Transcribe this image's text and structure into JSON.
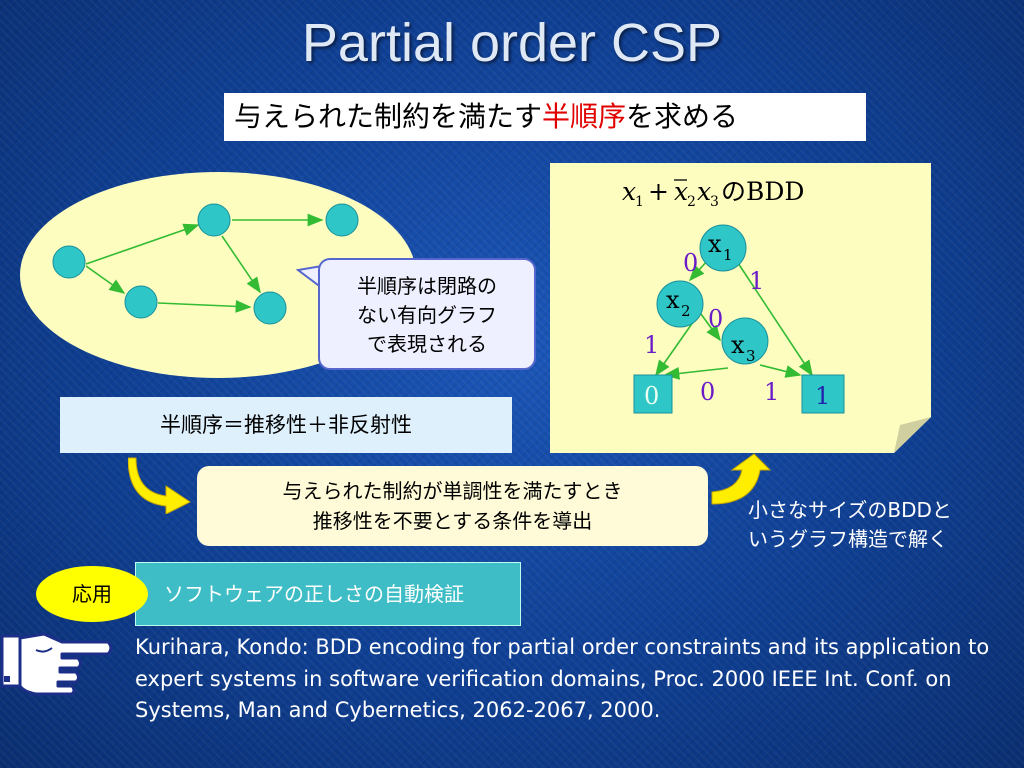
{
  "title": "Partial order CSP",
  "subtitle": {
    "before": "与えられた制約を満たす",
    "highlight": "半順序",
    "after": "を求める"
  },
  "callout": {
    "lines": [
      "半順序は閉路の",
      "ない有向グラフ",
      "で表現される"
    ]
  },
  "bdd": {
    "heading_suffix": "のBDD",
    "nodes": {
      "x1": "x",
      "x1_sub": "1",
      "x2": "x",
      "x2_sub": "2",
      "x3": "x",
      "x3_sub": "3"
    },
    "terminals": {
      "zero": "0",
      "one": "1"
    },
    "edge_labels": {
      "x1_zero": "0",
      "x1_one": "1",
      "x2_zero": "0",
      "x2_one": "1",
      "x3_zero": "0",
      "x3_one": "1"
    }
  },
  "definition": "半順序＝推移性＋非反射性",
  "condition": {
    "lines": [
      "与えられた制約が単調性を満たすとき",
      "推移性を不要とする条件を導出"
    ]
  },
  "side_note": {
    "lines": [
      "小さなサイズのBDDと",
      "いうグラフ構造で解く"
    ]
  },
  "application": {
    "badge": "応用",
    "text": "ソフトウェアの正しさの自動検証"
  },
  "reference": "Kurihara, Kondo: BDD encoding for partial order constraints and its application to expert systems in software verification domains, Proc. 2000 IEEE Int. Conf. on Systems, Man and Cybernetics, 2062-2067, 2000.",
  "colors": {
    "node_fill": "#2fc6c8",
    "ellipse_fill": "#fdfdc0",
    "highlight": "#e00000",
    "edge_green": "#33bb33",
    "edge_label": "#6a1cc8"
  }
}
